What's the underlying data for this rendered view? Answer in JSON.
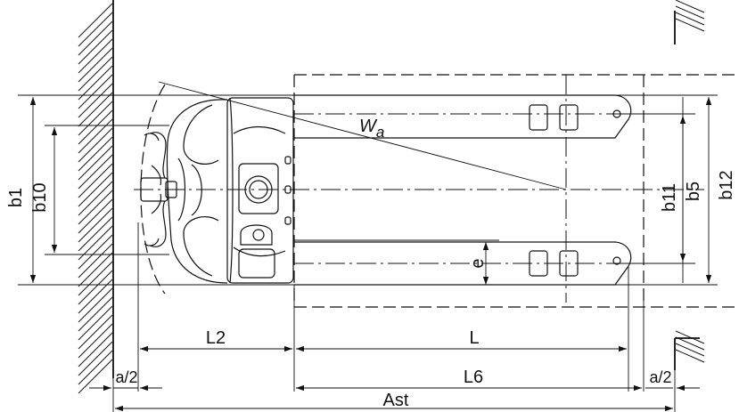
{
  "labels": {
    "b1": "b1",
    "b10": "b10",
    "b11": "b11",
    "b5": "b5",
    "b12": "b12",
    "wa": "W",
    "wa_sub": "a",
    "e": "e",
    "l2": "L2",
    "l": "L",
    "l6": "L6",
    "a2_left": "a/2",
    "a2_right": "a/2",
    "ast": "Ast"
  }
}
